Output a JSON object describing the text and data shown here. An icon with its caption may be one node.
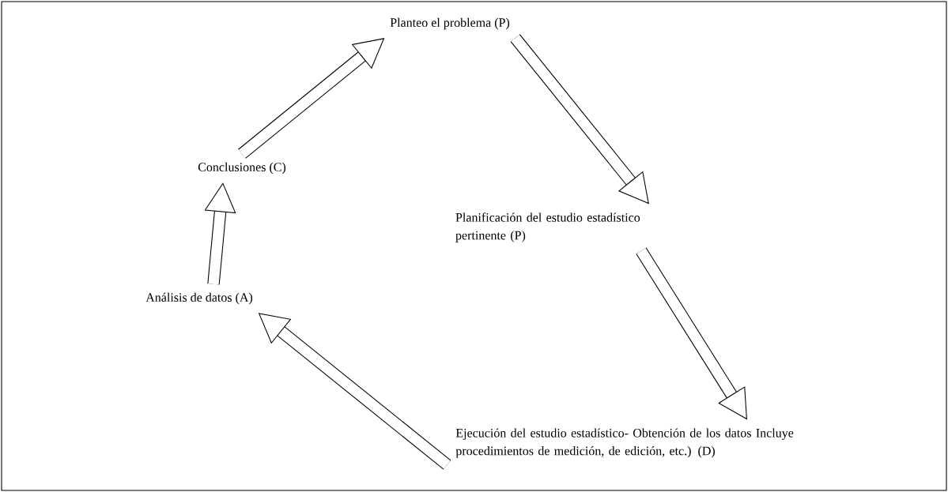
{
  "diagram": {
    "nodes": [
      {
        "text": [
          "Planteo el problema (P)"
        ]
      },
      {
        "text": [
          "Planificación del estudio estadístico pertinente (P)"
        ]
      },
      {
        "text": [
          "Ejecución del estudio estadístico- Obtención de los datos Incluye procedimientos de medición, de edición, etc.) (D)"
        ]
      },
      {
        "text": [
          "Análisis de datos (A)"
        ]
      },
      {
        "text": [
          "Conclusiones (C)"
        ]
      }
    ],
    "edges": [
      {
        "from": 0,
        "to": 1,
        "arrow": "to"
      },
      {
        "from": 1,
        "to": 2,
        "arrow": "to"
      },
      {
        "from": 2,
        "to": 3,
        "arrow": "to"
      },
      {
        "from": 3,
        "to": 4,
        "arrow": "to"
      },
      {
        "from": 4,
        "to": 0,
        "arrow": "to"
      }
    ]
  }
}
